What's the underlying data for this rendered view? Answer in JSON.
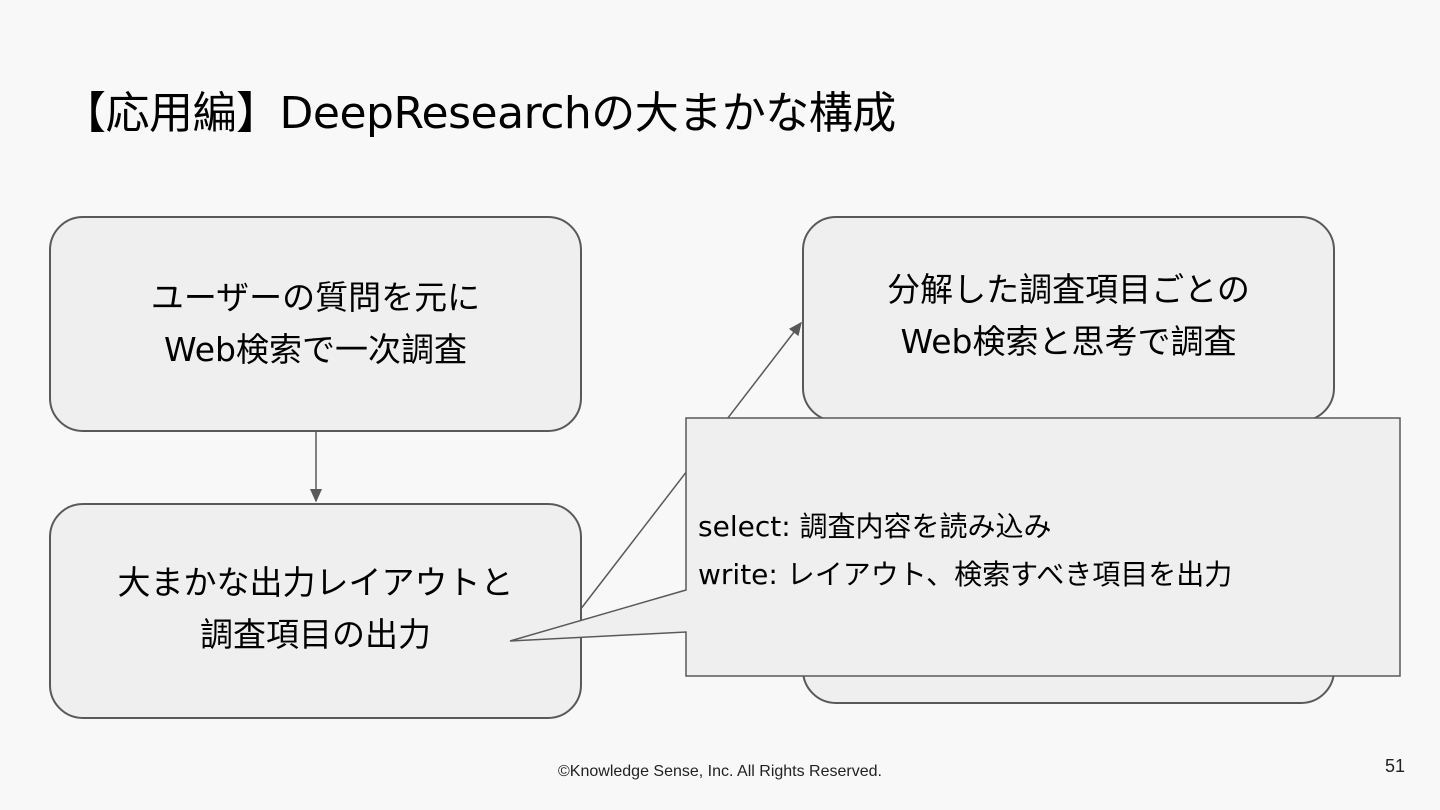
{
  "title": "【応用編】DeepResearchの大まかな構成",
  "boxes": {
    "initial_research": {
      "line1": "ユーザーの質問を元に",
      "line2": "Web検索で一次調査"
    },
    "layout_output": {
      "line1": "大まかな出力レイアウトと",
      "line2": "調査項目の出力"
    },
    "itemwise_research": {
      "line1": "分解した調査項目ごとの",
      "line2": "Web検索と思考で調査"
    }
  },
  "callout": {
    "line1": "select: 調査内容を読み込み",
    "line2": "write: レイアウト、検索すべき項目を出力"
  },
  "footer": "©Knowledge Sense, Inc. All Rights Reserved.",
  "page_number": "51",
  "colors": {
    "background": "#f8f8f8",
    "box_fill": "#efefef",
    "box_border": "#595959",
    "connector": "#595959"
  }
}
